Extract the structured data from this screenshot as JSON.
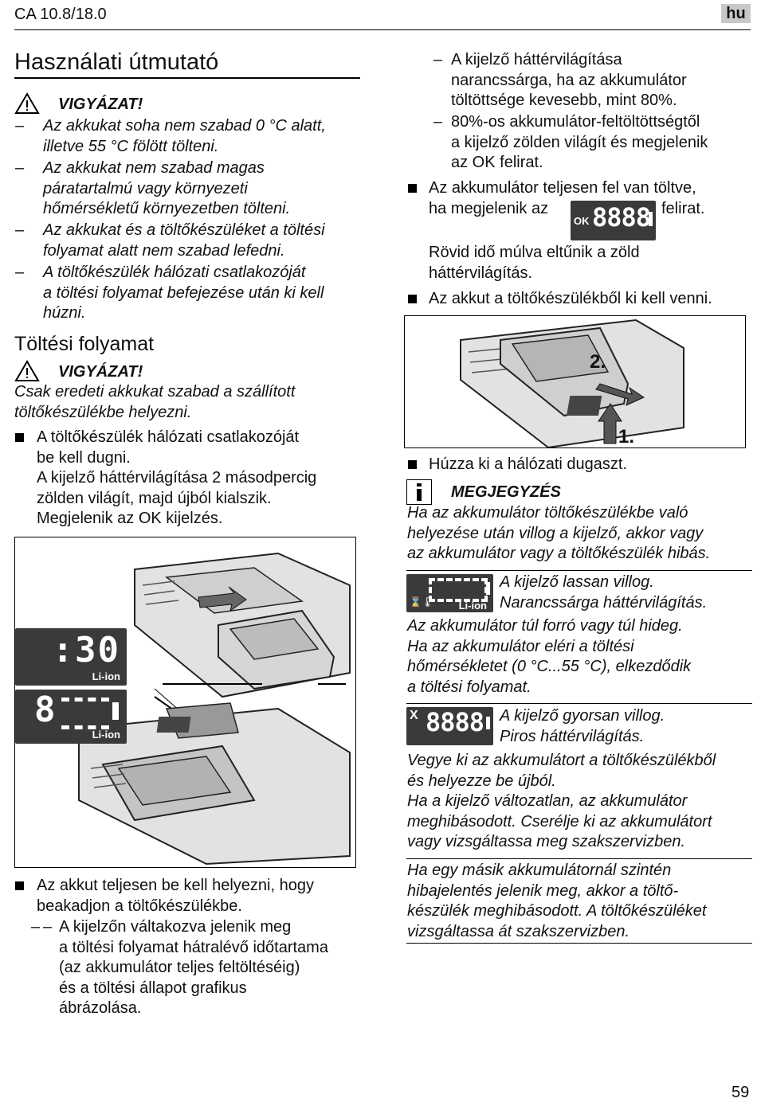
{
  "header": {
    "model": "CA 10.8/18.0",
    "lang_badge": "hu"
  },
  "page_number": "59",
  "left": {
    "title": "Használati útmutató",
    "caution1": {
      "label": "VIGYÁZAT!",
      "items": [
        [
          "Az akkukat soha nem szabad 0 °C alatt,",
          "illetve 55 °C fölött tölteni."
        ],
        [
          "Az akkukat nem szabad magas",
          "páratartalmú vagy környezeti",
          "hőmérsékletű környezetben tölteni."
        ],
        [
          "Az akkukat és a töltőkészüléket a töltési",
          "folyamat alatt nem szabad lefedni."
        ],
        [
          "A töltőkészülék hálózati csatlakozóját",
          "a töltési folyamat befejezése után ki kell",
          "húzni."
        ]
      ]
    },
    "section2_title": "Töltési folyamat",
    "caution2": {
      "label": "VIGYÁZAT!",
      "text": [
        "Csak eredeti akkukat szabad a szállított",
        "töltőkészülékbe helyezni."
      ]
    },
    "step1": [
      "A töltőkészülék hálózati csatlakozóját",
      "be kell dugni.",
      "A kijelző háttérvilágítása 2 másodpercig",
      "zölden világít, majd újból kialszik.",
      "Megjelenik az OK kijelzés."
    ],
    "figure1": {
      "display1": ":30",
      "display2": "8",
      "liion": "Li-ion"
    },
    "step2": [
      "Az akkut teljesen be kell helyezni, hogy",
      "beakadjon a töltőkészülékbe."
    ],
    "step2_sub": [
      "A kijelzőn váltakozva jelenik meg",
      "a töltési folyamat hátralévő időtartama",
      "(az akkumulátor teljes feltöltéséig)",
      "és a töltési állapot grafikus",
      "ábrázolása."
    ]
  },
  "right": {
    "sub1": [
      "A kijelző háttérvilágítása",
      "narancssárga, ha az akkumulátor",
      "töltöttsége kevesebb, mint 80%."
    ],
    "sub2": [
      "80%-os akkumulátor-feltöltöttségtől",
      "a kijelző zölden világít és megjelenik",
      "az OK felirat."
    ],
    "step_full": {
      "line1": "Az akkumulátor teljesen fel van töltve,",
      "line2_before": "ha megjelenik az",
      "line2_after": "felirat.",
      "ok_icon": "OK",
      "digits": "8888"
    },
    "after_ok": [
      "Rövid idő múlva eltűnik a zöld",
      "háttérvilágítás."
    ],
    "step_remove": "Az akkut a töltőkészülékből ki kell venni.",
    "figure2": {
      "label1": "1.",
      "label2": "2."
    },
    "step_unplug": "Húzza ki a hálózati dugaszt.",
    "note": {
      "label": "MEGJEGYZÉS",
      "text": [
        "Ha az akkumulátor töltőkészülékbe való",
        "helyezése után villog a kijelző, akkor vagy",
        "az akkumulátor vagy a töltőkészülék hibás."
      ]
    },
    "blink_slow": {
      "line1": "A kijelző lassan villog.",
      "line2": "Narancssárga háttérvilágítás.",
      "liion": "Li-ion",
      "text": [
        "Az akkumulátor túl forró vagy túl hideg.",
        "Ha az akkumulátor eléri a töltési",
        "hőmérsékletet (0 °C...55 °C), elkezdődik",
        "a töltési folyamat."
      ]
    },
    "blink_fast": {
      "line1": "A kijelző gyorsan villog.",
      "line2": "Piros háttérvilágítás.",
      "x": "X",
      "digits": "8888",
      "text": [
        "Vegye ki az akkumulátort a töltőkészülékből",
        "és helyezze be újból.",
        "Ha a kijelző változatlan, az akkumulátor",
        "meghibásodott. Cserélje ki az akkumulátort",
        "vagy vizsgáltassa meg szakszervizben."
      ]
    },
    "final": [
      "Ha egy másik akkumulátornál szintén",
      "hibajelentés jelenik meg, akkor a töltő-",
      "készülék meghibásodott. A töltőkészüléket",
      "vizsgáltassa át szakszervizben."
    ]
  }
}
